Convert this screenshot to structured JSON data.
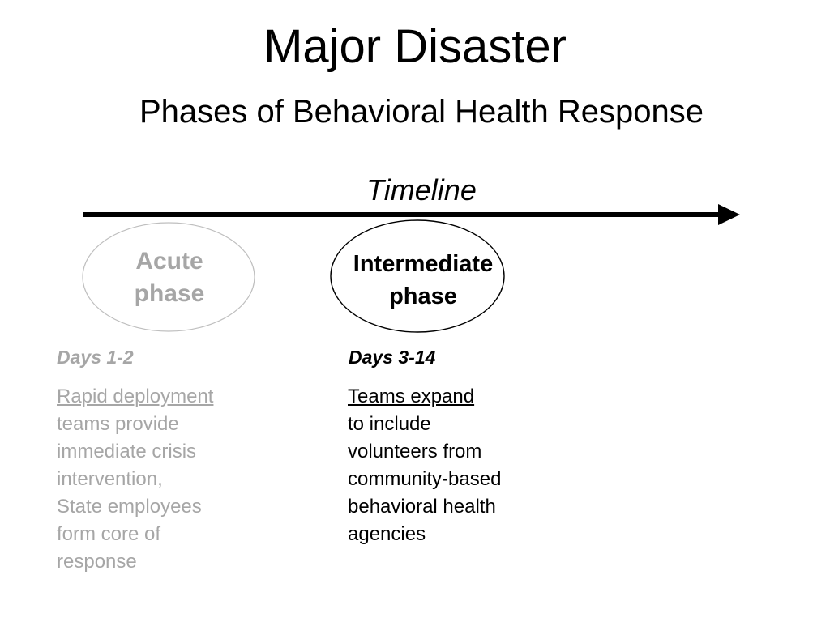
{
  "slide": {
    "title": "Major Disaster",
    "subtitle": "Phases of Behavioral Health Response",
    "timeline_label": "Timeline"
  },
  "phases": [
    {
      "label_line1": "Acute",
      "label_line2": "phase",
      "days": "Days 1-2",
      "desc_underlined": "Rapid deployment",
      "desc_lines": [
        "teams provide",
        "immediate crisis",
        "intervention,",
        "State employees",
        "form core of",
        "response"
      ],
      "color": "#a6a6a6"
    },
    {
      "label_line1": "Intermediate",
      "label_line2": "phase",
      "days": "Days 3-14",
      "desc_underlined": "Teams expand",
      "desc_lines": [
        "to include",
        "volunteers from",
        "community-based",
        "behavioral health",
        "agencies"
      ],
      "color": "#000000"
    }
  ]
}
